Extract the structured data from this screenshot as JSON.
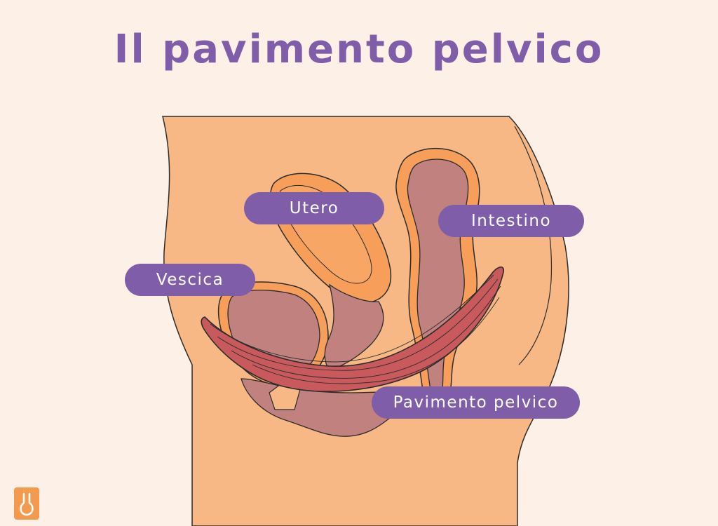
{
  "title": "Il pavimento pelvico",
  "labels": {
    "utero": "Utero",
    "intestino": "Intestino",
    "vescica": "Vescica",
    "pavimento": "Pavimento pelvico"
  },
  "colors": {
    "background": "#fdf0e6",
    "accent": "#7f5da8",
    "skin": "#f7b886",
    "organ_orange": "#f79f5a",
    "organ_mauve": "#c1817f",
    "muscle": "#c8595c",
    "outline": "#2b2b2b"
  },
  "logo": {
    "icon": "drop-icon"
  }
}
